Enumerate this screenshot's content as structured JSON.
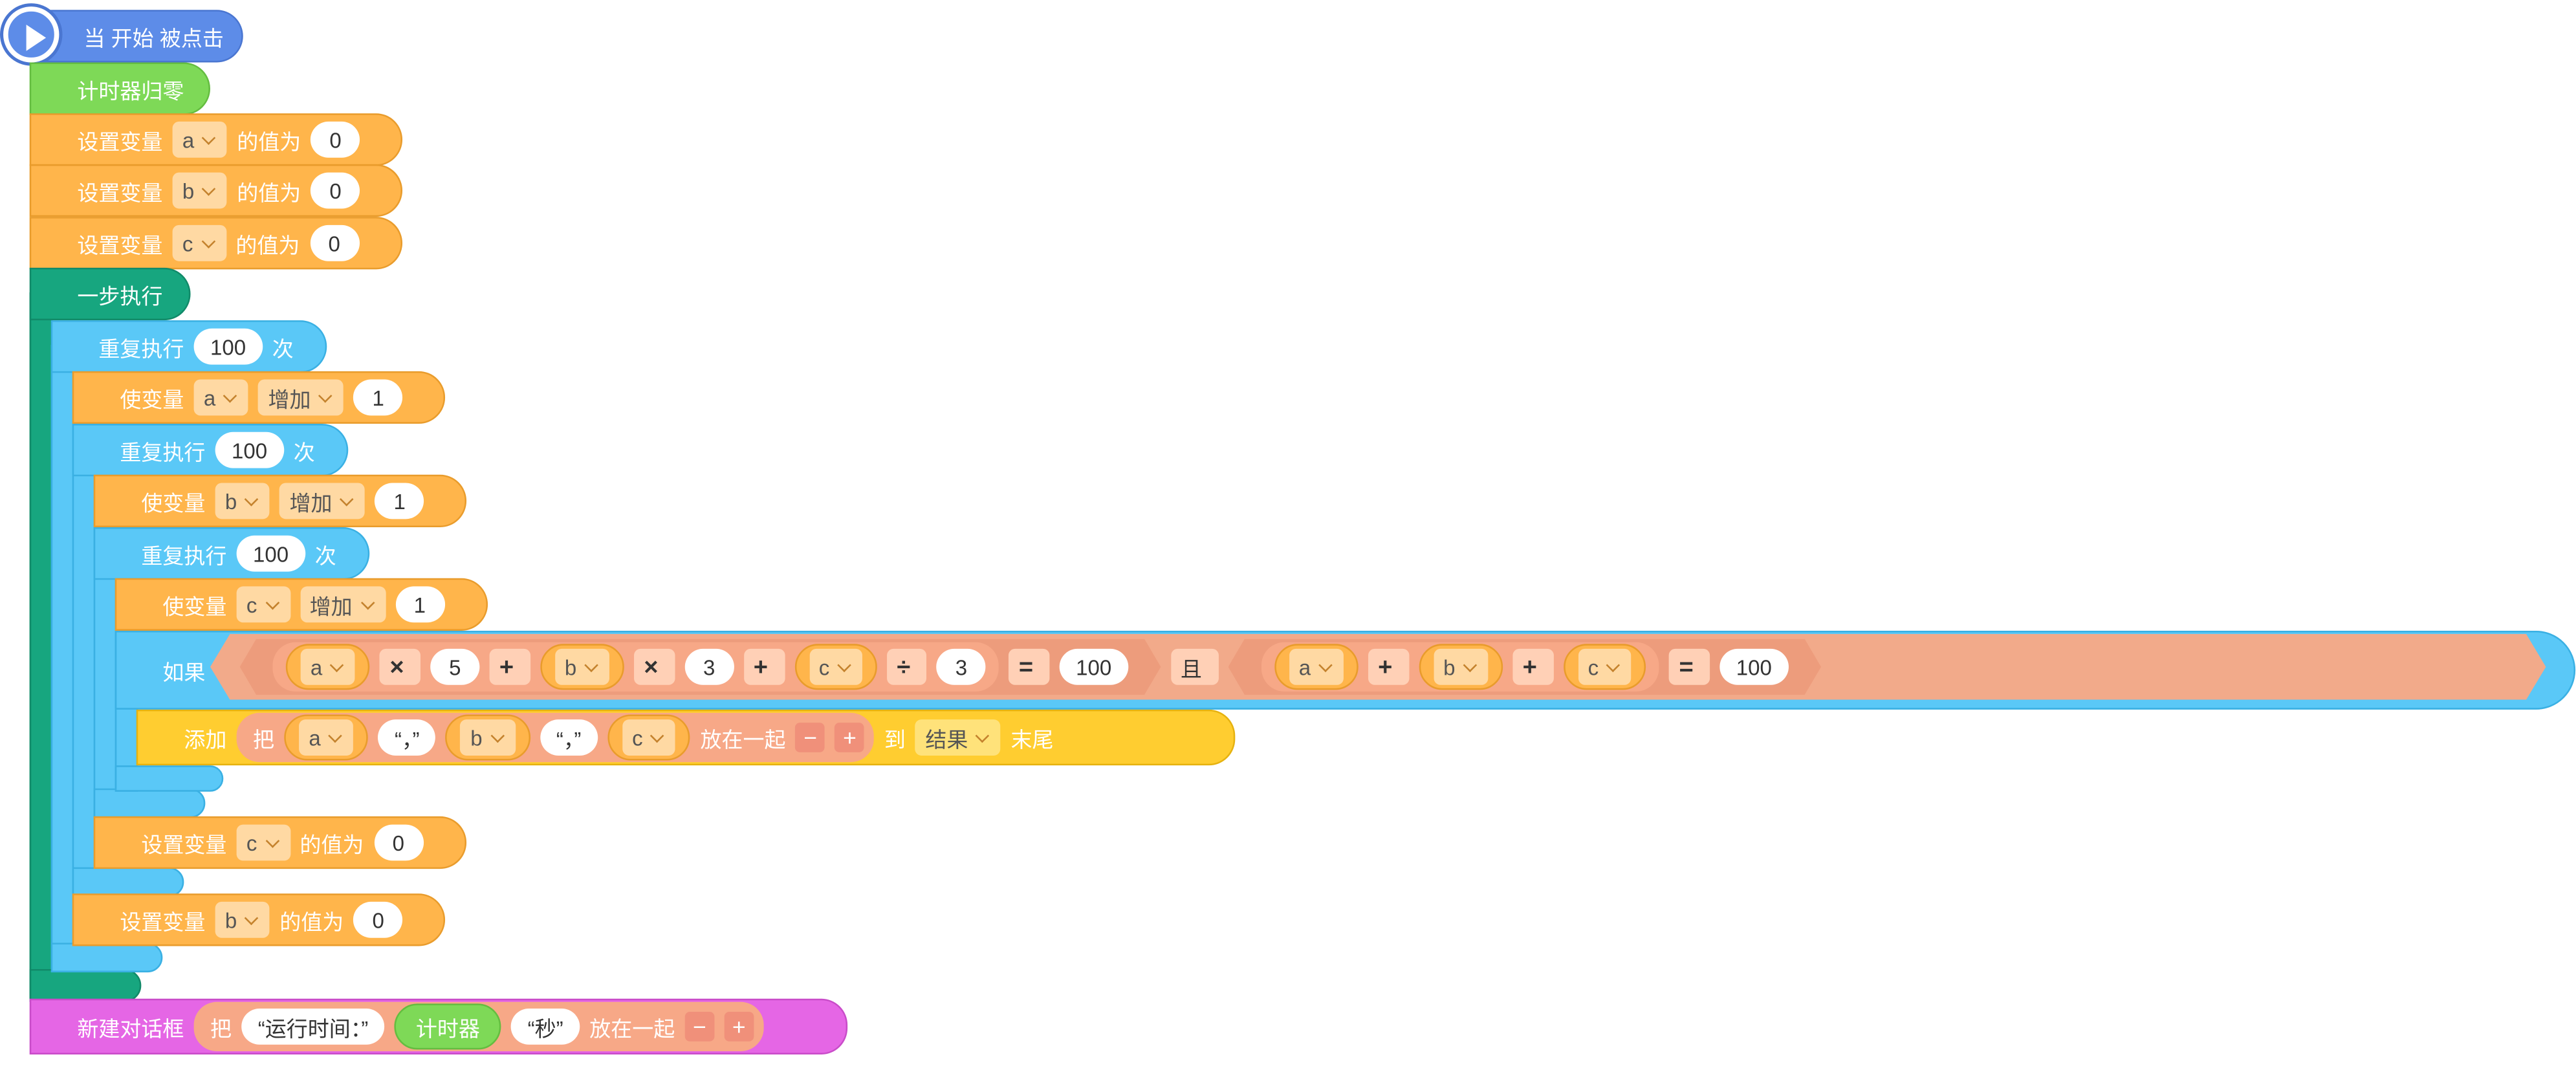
{
  "event": {
    "label": "当 开始 被点击"
  },
  "timer_reset": {
    "label": "计时器归零"
  },
  "set_var_label": "设置变量",
  "value_of_label": "的值为",
  "use_var_label": "使变量",
  "increase_label": "增加",
  "repeat_label": "重复执行",
  "times_label": "次",
  "step_label": "一步执行",
  "if_label": "如果",
  "and_label": "且",
  "init_vars": [
    {
      "var": "a",
      "value": "0"
    },
    {
      "var": "b",
      "value": "0"
    },
    {
      "var": "c",
      "value": "0"
    }
  ],
  "loops": [
    {
      "count": "100",
      "var": "a",
      "step": "1"
    },
    {
      "count": "100",
      "var": "b",
      "step": "1"
    },
    {
      "count": "100",
      "var": "c",
      "step": "1"
    }
  ],
  "condition": {
    "left": {
      "a": "a",
      "mul1": "×",
      "n5": "5",
      "plus1": "+",
      "b": "b",
      "mul2": "×",
      "n3": "3",
      "plus2": "+",
      "c": "c",
      "div": "÷",
      "n3b": "3",
      "eq": "=",
      "target": "100"
    },
    "right": {
      "a": "a",
      "plus1": "+",
      "b": "b",
      "plus2": "+",
      "c": "c",
      "eq": "=",
      "target": "100"
    }
  },
  "add_block": {
    "add_label": "添加",
    "ba_label": "把",
    "v1": "a",
    "sep1": "“，”",
    "v2": "b",
    "sep2": "“，”",
    "v3": "c",
    "join_label": "放在一起",
    "minus": "−",
    "plus": "+",
    "to_label": "到",
    "list": "结果",
    "end_label": "末尾"
  },
  "reset_c": {
    "var": "c",
    "value": "0"
  },
  "reset_b": {
    "var": "b",
    "value": "0"
  },
  "dialog": {
    "label": "新建对话框",
    "ba_label": "把",
    "text1": "“运行时间：”",
    "timer": "计时器",
    "text2": "“秒”",
    "join_label": "放在一起",
    "minus": "−",
    "plus": "+"
  }
}
